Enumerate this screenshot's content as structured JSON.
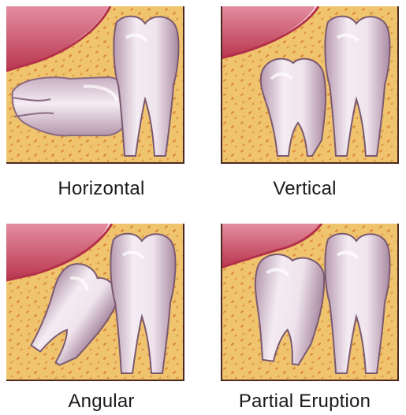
{
  "captions": {
    "horizontal": "Horizontal",
    "vertical": "Vertical",
    "angular": "Angular",
    "partial": "Partial Eruption"
  },
  "colors": {
    "bone": "#f0c77a",
    "bone_dark": "#dd9a4a",
    "gum": "#c94c6a",
    "gum_light": "#e98aa0",
    "tooth": "#f1e7ef",
    "tooth_shade": "#c9adc2",
    "tooth_outline": "#8a6a80",
    "frame": "#4a2a20"
  }
}
